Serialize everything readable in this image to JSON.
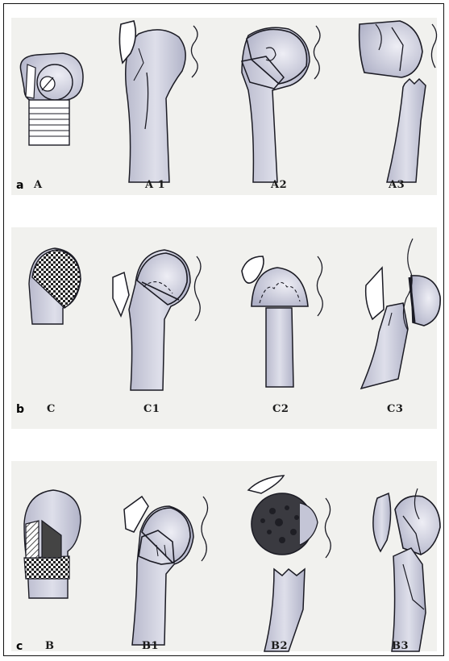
{
  "rows": [
    {
      "letter": "a",
      "labels": [
        "A",
        "A 1",
        "A2",
        "A3"
      ]
    },
    {
      "letter": "b",
      "labels": [
        "C",
        "C1",
        "C2",
        "C3"
      ]
    },
    {
      "letter": "c",
      "labels": [
        "B",
        "B1",
        "B2",
        "B3"
      ]
    }
  ],
  "colors": {
    "bone_fill": "#c9c9da",
    "bone_fill_light": "#dcdce8",
    "outline": "#1b1b24",
    "dark_head": "#3a3a40",
    "background_band": "#f1f1ee"
  }
}
